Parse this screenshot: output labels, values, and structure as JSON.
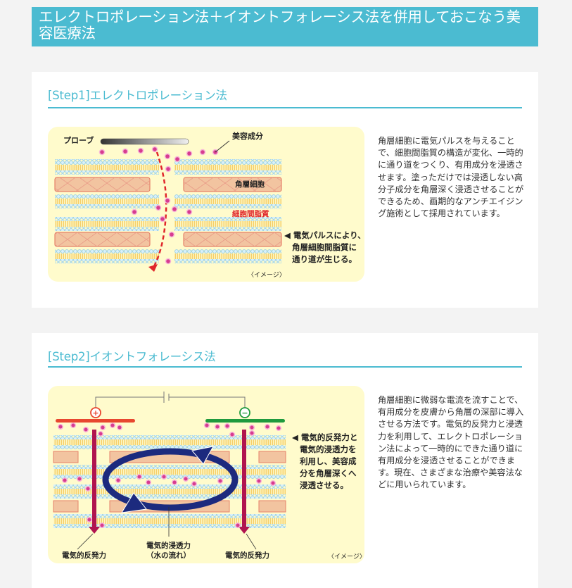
{
  "banner": {
    "title": "エレクトロポレーション法＋イオントフォレーシス法を併用しておこなう美容医療法",
    "bg_color": "#4bbbd1"
  },
  "steps": [
    {
      "heading": "[Step1]エレクトロポレーション法",
      "description": "角層細胞に電気パルスを与えることで、細胞間脂質の構造が変化、一時的に通り道をつくり、有用成分を浸透させます。塗っただけでは浸透しない高分子成分を角層深く浸透させることができるため、画期的なアンチエイジング施術として採用されています。",
      "diagram": {
        "probe_label": "プローブ",
        "ingredient_label": "美容成分",
        "cell_label": "角層細胞",
        "lipid_label": "細胞間脂質",
        "callout_lines": [
          "◀ 電気パルスにより、",
          "角層細胞間脂質に",
          "通り道が生じる。"
        ],
        "image_note": "〈イメージ〉"
      }
    },
    {
      "heading": "[Step2]イオントフォレーシス法",
      "description": "角層細胞に微弱な電流を流すことで、有用成分を皮膚から角層の深部に導入させる方法です。電気的反発力と浸透力を利用して、エレクトロポレーション法によって一時的にできた通り道に有用成分を浸透させることができます。現在、さまざまな治療や美容法などに用いられています。",
      "diagram": {
        "plus_symbol": "+",
        "minus_symbol": "−",
        "callout_lines": [
          "◀ 電気的反発力と",
          "電気的浸透力を",
          "利用し、美容成",
          "分を角層深くへ",
          "浸透させる。"
        ],
        "left_force_label": "電気的反発力",
        "center_force_label_1": "電気的浸透力",
        "center_force_label_2": "（水の流れ）",
        "right_force_label": "電気的反発力",
        "image_note": "〈イメージ〉"
      }
    }
  ],
  "colors": {
    "accent": "#4bbbd1",
    "diagram_bg": "#fffbcc",
    "cell_fill": "#f2c4a0",
    "lipid_bead": "#bfe3f3",
    "ingredient": "#d63c8f",
    "arrow_red": "#e0262b",
    "plus_bar": "#e8472f",
    "minus_bar": "#1f9a3d",
    "flow_arrow": "#1c2a7e"
  }
}
